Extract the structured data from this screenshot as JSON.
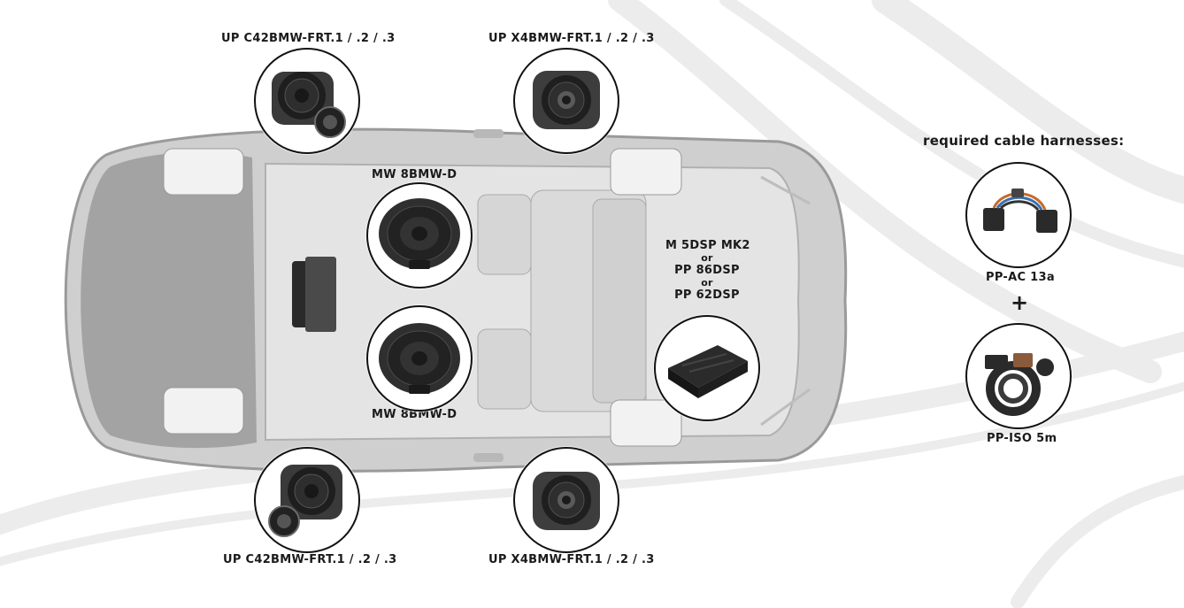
{
  "speakers": {
    "front_left_label": "UP C42BMW-FRT.1 / .2 / .3",
    "front_right_label": "UP X4BMW-FRT.1 / .2 / .3",
    "rear_left_label": "UP C42BMW-FRT.1 / .2 / .3",
    "rear_right_label": "UP X4BMW-FRT.1 / .2 / .3",
    "woofer_top_label": "MW 8BMW-D",
    "woofer_bottom_label": "MW 8BMW-D"
  },
  "dsp": {
    "line1": "M 5DSP MK2",
    "or1": "or",
    "line2": "PP 86DSP",
    "or2": "or",
    "line3": "PP 62DSP"
  },
  "harness": {
    "heading": "required cable harnesses:",
    "item1": "PP-AC 13a",
    "plus": "+",
    "item2": "PP-ISO 5m"
  }
}
